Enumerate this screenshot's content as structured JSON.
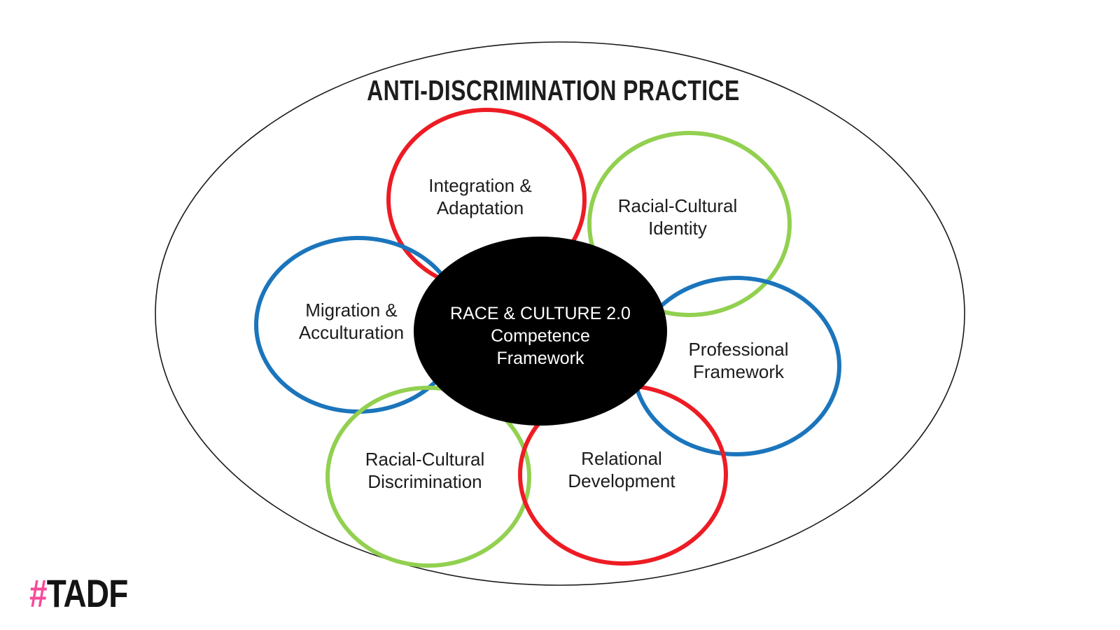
{
  "title": "ANTI-DISCRIMINATION PRACTICE",
  "center": {
    "label": "RACE & CULTURE 2.0\nCompetence\nFramework",
    "fill": "#000000",
    "text_color": "#ffffff"
  },
  "colors": {
    "red": "#ED1C24",
    "green": "#92D050",
    "blue": "#1B75BC",
    "outline": "#1a1a1a",
    "label_text": "#1c1c1c",
    "brand_pink": "#F74A9B",
    "brand_black": "#141414"
  },
  "petals": [
    {
      "id": "integration-adaptation",
      "label": "Integration &\nAdaptation",
      "color": "#ED1C24"
    },
    {
      "id": "racial-cultural-identity",
      "label": "Racial-Cultural\nIdentity",
      "color": "#92D050"
    },
    {
      "id": "migration-acculturation",
      "label": "Migration &\nAcculturation",
      "color": "#1B75BC"
    },
    {
      "id": "professional-framework",
      "label": "Professional\nFramework",
      "color": "#1B75BC"
    },
    {
      "id": "racial-cultural-discrimination",
      "label": "Racial-Cultural\nDiscrimination",
      "color": "#92D050"
    },
    {
      "id": "relational-development",
      "label": "Relational\nDevelopment",
      "color": "#ED1C24"
    }
  ],
  "brand": {
    "hash": "#",
    "name": "TADF"
  }
}
